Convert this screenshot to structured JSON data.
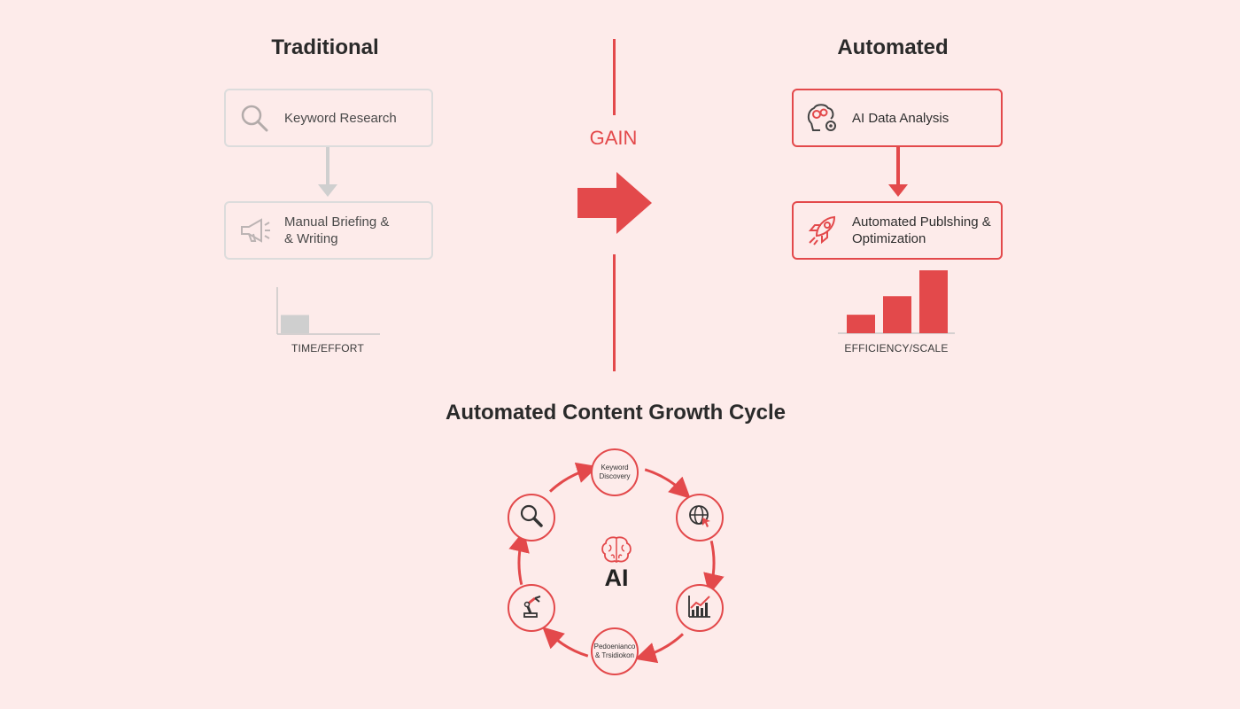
{
  "traditional": {
    "title": "Traditional",
    "steps": [
      {
        "label": "Keyword Research",
        "icon": "magnifier-icon"
      },
      {
        "label": "Manual Briefing &\n& Writing",
        "icon": "megaphone-icon"
      }
    ],
    "chart_caption": "TIME/EFFORT"
  },
  "gain": {
    "label": "GAIN"
  },
  "automated": {
    "title": "Automated",
    "steps": [
      {
        "label": "AI Data Analysis",
        "icon": "ai-brain-gear-icon"
      },
      {
        "label": "Automated Publshing &\nOptimization",
        "icon": "rocket-icon"
      }
    ],
    "chart_caption": "EFFICIENCY/SCALE"
  },
  "cycle": {
    "title": "Automated Content Growth Cycle",
    "center": "AI",
    "nodes": [
      {
        "label": "Keyword\nDiscovery"
      },
      {
        "icon": "globe-cursor-icon"
      },
      {
        "icon": "growth-chart-icon"
      },
      {
        "label": "Pedoenianco\n& Trsidiokon"
      },
      {
        "icon": "robot-arm-icon"
      },
      {
        "icon": "search-icon"
      }
    ]
  },
  "chart_data": [
    {
      "type": "bar",
      "categories": [
        ""
      ],
      "values": [
        1
      ],
      "xlabel": "TIME/EFFORT",
      "color": "#cfcfcf"
    },
    {
      "type": "bar",
      "categories": [
        "",
        "",
        ""
      ],
      "values": [
        1,
        2,
        3.4
      ],
      "xlabel": "EFFICIENCY/SCALE",
      "color": "#e3494b"
    }
  ],
  "colors": {
    "accent": "#e3494b",
    "muted": "#cfcfcf",
    "background": "#fdebea"
  }
}
